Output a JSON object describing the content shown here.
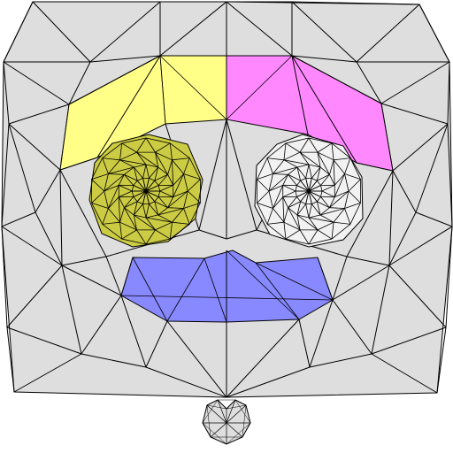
{
  "mesh": {
    "background_color": "#ffffff",
    "face_fill": "#dedede",
    "edge_color": "#000000",
    "regions": [
      {
        "name": "left-brow",
        "color": "#ffff88"
      },
      {
        "name": "right-brow",
        "color": "#ff88ff"
      },
      {
        "name": "left-eye",
        "color": "#cccc44"
      },
      {
        "name": "right-eye",
        "color": "#f2f2f2"
      },
      {
        "name": "mouth",
        "color": "#8888ff"
      }
    ],
    "thumbnail": {
      "face_fill": "#dedede",
      "edge_color": "#000000"
    }
  }
}
